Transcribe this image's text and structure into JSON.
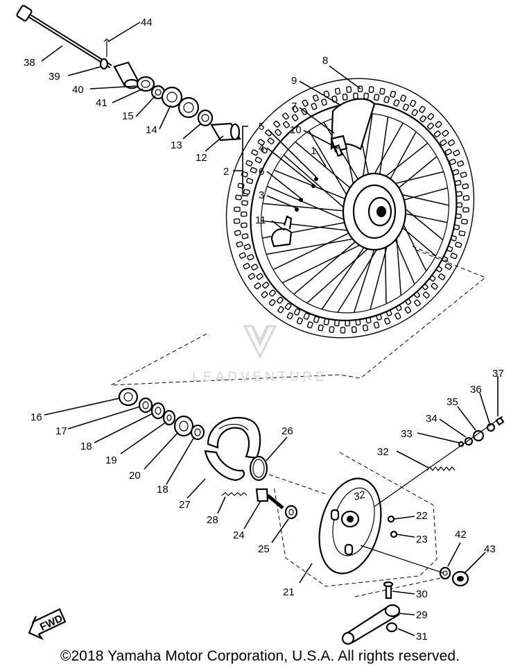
{
  "watermark": "LEADVENTURE",
  "copyright": "©2018 Yamaha Motor Corporation, U.S.A. All rights reserved.",
  "fwd_label": "FWD",
  "callouts": {
    "c1": "1",
    "c2": "2",
    "c3": "3",
    "c4": "4",
    "c5": "5",
    "c6": "6",
    "c7": "7",
    "c8": "8",
    "c9": "9",
    "c10": "10",
    "c11": "11",
    "c12": "12",
    "c13": "13",
    "c14": "14",
    "c15": "15",
    "c16": "16",
    "c17": "17",
    "c18a": "18",
    "c18b": "18",
    "c19": "19",
    "c20": "20",
    "c21": "21",
    "c22": "22",
    "c23": "23",
    "c24": "24",
    "c25": "25",
    "c26": "26",
    "c27": "27",
    "c28": "28",
    "c29": "29",
    "c30": "30",
    "c31": "31",
    "c32": "32",
    "c33": "33",
    "c34": "34",
    "c35": "35",
    "c36": "36",
    "c37": "37",
    "c38": "38",
    "c39": "39",
    "c40": "40",
    "c41": "41",
    "c42": "42",
    "c43": "43",
    "c44": "44"
  },
  "icons": {
    "fwd_arrow": "fwd-arrow-icon",
    "watermark_logo": "leadventure-logo-icon"
  }
}
